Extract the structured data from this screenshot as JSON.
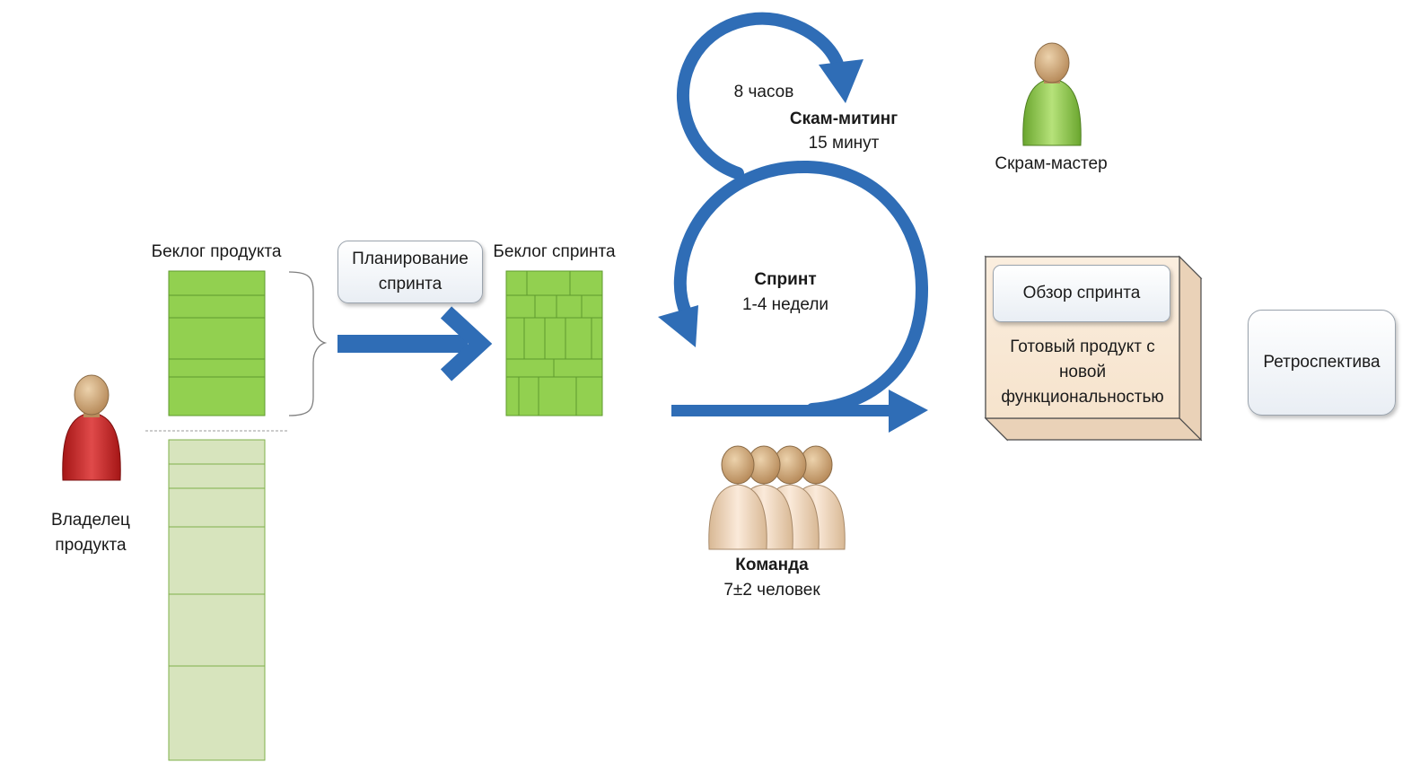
{
  "product_backlog": {
    "label": "Беклог продукта"
  },
  "sprint_planning": {
    "line1": "Планирование",
    "line2": "спринта"
  },
  "sprint_backlog": {
    "label": "Беклог спринта"
  },
  "daily_scrum": {
    "hours": "8 часов",
    "title": "Скам-митинг",
    "duration": "15 минут"
  },
  "sprint": {
    "title": "Спринт",
    "duration": "1-4 недели"
  },
  "scrum_master": {
    "label": "Скрам-мастер"
  },
  "product_owner": {
    "line1": "Владелец",
    "line2": "продукта"
  },
  "team": {
    "title": "Команда",
    "size": "7±2 человек"
  },
  "sprint_review": {
    "label": "Обзор спринта"
  },
  "increment": {
    "line1": "Готовый продукт с",
    "line2": "новой",
    "line3": "функциональностью"
  },
  "retrospective": {
    "label": "Ретроспектива"
  },
  "colors": {
    "arrow_blue": "#2f6db6",
    "backlog_green": "#92d050",
    "backlog_pale": "#d7e4bd",
    "owner_red": "#d12b2b",
    "master_green": "#9ed25a",
    "team_skin": "#f4dcc0",
    "increment_fill": "#fbe9d6"
  }
}
